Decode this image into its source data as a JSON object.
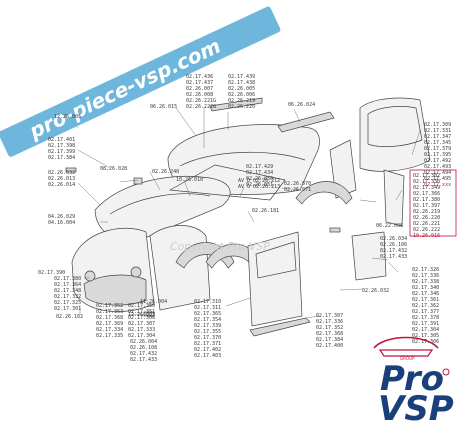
{
  "watermark": {
    "text": "pro-piece-vsp.com",
    "color": "#6fb6dd"
  },
  "center_watermark": "Copyright Pro VSP",
  "logo": {
    "group": "GROUP",
    "pro": "Pro",
    "vsp": "VSP",
    "brand_blue": "#1a3f7a",
    "brand_red": "#c0143c"
  },
  "labels": {
    "l1": "12.26.005",
    "l2": [
      "02.17.401",
      "02.17.398",
      "02.17.399",
      "02.17.384"
    ],
    "l3": [
      "02.26.032",
      "02.26.013",
      "02.26.014"
    ],
    "l4": "08.26.028",
    "l5": "02.26.240",
    "l6": "10.26.010",
    "l7": [
      "02.17.436",
      "02.17.437",
      "02.26.007",
      "02.26.008",
      "02.26.221G",
      "02.26.222G"
    ],
    "l8": [
      "02.17.439",
      "02.17.438",
      "02.26.005",
      "02.26.006",
      "02.26.219",
      "02.26.220"
    ],
    "l9": "06.26.015",
    "l10": "06.26.024",
    "l11": [
      "02.17.309",
      "02.17.331",
      "02.17.347",
      "02.17.345",
      "02.17.379",
      "02.17.395",
      "02.17.492",
      "02.17.493",
      "02.17.494",
      "02.17.495"
    ],
    "l11_red": "02.17.xxx",
    "l12": [
      "02.17.429",
      "02.17.434",
      "02.26.050",
      "02.26.051"
    ],
    "l13": [
      "AV D 02.26.212",
      "AV G 02.26.213"
    ],
    "l14": [
      "02.26.070",
      "02.26.071"
    ],
    "l15": [
      "04.26.029",
      "04.16.004"
    ],
    "l16": "02.26.181",
    "l17": "06.22.006",
    "l18": [
      "02.17.302",
      "02.17.330",
      "02.17.349",
      "02.17.366",
      "02.17.380",
      "02.17.397",
      "02.26.219",
      "02.26.220",
      "02.26.221",
      "02.26.222",
      "10.26.016"
    ],
    "l19": [
      "02.26.034",
      "02.26.106",
      "02.17.432",
      "02.17.433"
    ],
    "l20": [
      "02.17.390",
      "02.17.380",
      "02.17.364",
      "02.17.348",
      "02.17.332",
      "02.17.325",
      "02.17.301"
    ],
    "l21": "11.26.004",
    "l22": "12.26.003",
    "l23": "02.26.162",
    "l24": [
      "02.17.352",
      "02.17.353",
      "02.17.368",
      "02.17.369",
      "02.17.334",
      "02.17.335"
    ],
    "l25": [
      "02.17.350",
      "02.17.351",
      "02.17.306",
      "02.17.307",
      "02.17.333",
      "02.17.304"
    ],
    "l26": [
      "02.17.310",
      "02.17.311",
      "02.17.365",
      "02.17.354",
      "02.17.339",
      "02.17.355",
      "02.17.370",
      "02.17.371",
      "02.17.402",
      "02.17.403"
    ],
    "l27": [
      "02.26.004",
      "02.26.108",
      "02.17.432",
      "02.17.433"
    ],
    "l28": [
      "02.17.326",
      "02.17.336",
      "02.17.338",
      "02.17.340",
      "02.17.346",
      "02.17.361",
      "02.17.362",
      "02.17.377",
      "02.17.378",
      "02.17.391",
      "02.17.304",
      "02.17.305",
      "02.17.306"
    ],
    "l29": "02.26.032",
    "l30": [
      "02.17.307",
      "02.17.336",
      "02.17.352",
      "02.17.368",
      "02.17.384",
      "02.17.400"
    ]
  }
}
